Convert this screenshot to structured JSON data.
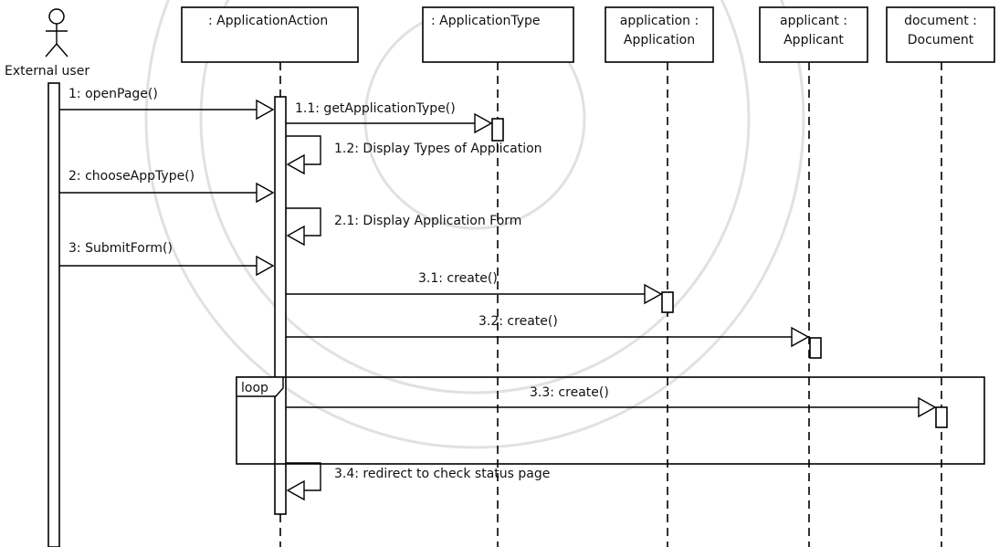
{
  "actor": {
    "label": "External user"
  },
  "lifelines": [
    {
      "id": "appaction",
      "label": ": ApplicationAction"
    },
    {
      "id": "apptype",
      "label": ": ApplicationType"
    },
    {
      "id": "application",
      "label": "application :\nApplication"
    },
    {
      "id": "applicant",
      "label": "applicant :\nApplicant"
    },
    {
      "id": "document",
      "label": "document :\nDocument"
    }
  ],
  "messages": [
    {
      "label": "1: openPage()"
    },
    {
      "label": "1.1: getApplicationType()"
    },
    {
      "label": "1.2: Display Types of Application"
    },
    {
      "label": "2: chooseAppType()"
    },
    {
      "label": "2.1: Display Application Form"
    },
    {
      "label": "3: SubmitForm()"
    },
    {
      "label": "3.1: create()"
    },
    {
      "label": "3.2: create()"
    },
    {
      "label": "3.3: create()"
    },
    {
      "label": "3.4: redirect to check status page"
    }
  ],
  "fragment": {
    "operator": "loop"
  }
}
